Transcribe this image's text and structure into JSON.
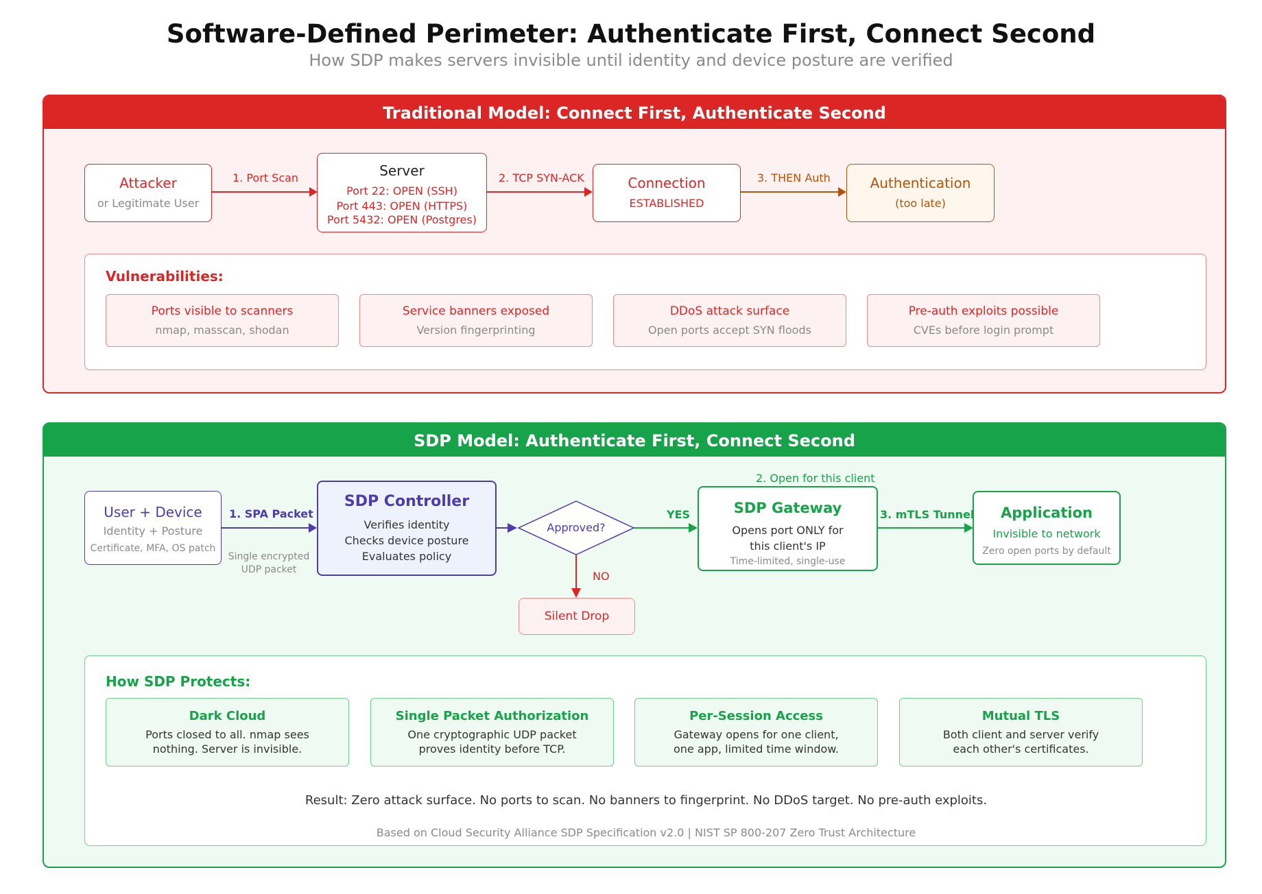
{
  "title": "Software-Defined Perimeter: Authenticate First, Connect Second",
  "subtitle": "How SDP makes servers invisible until identity and device posture are verified",
  "traditional": {
    "header": "Traditional Model: Connect First, Authenticate Second",
    "attacker": {
      "title": "Attacker",
      "sub": "or Legitimate User"
    },
    "edge1": "1. Port Scan",
    "server": {
      "title": "Server",
      "lines": [
        "Port 22: OPEN (SSH)",
        "Port 443: OPEN (HTTPS)",
        "Port 5432: OPEN (Postgres)"
      ]
    },
    "edge2": "2. TCP SYN-ACK",
    "connection": {
      "title": "Connection",
      "sub": "ESTABLISHED"
    },
    "edge3": "3. THEN Auth",
    "authentication": {
      "title": "Authentication",
      "sub": "(too late)"
    },
    "vulnerabilities": {
      "heading": "Vulnerabilities:",
      "items": [
        {
          "title": "Ports visible to scanners",
          "sub": "nmap, masscan, shodan"
        },
        {
          "title": "Service banners exposed",
          "sub": "Version fingerprinting"
        },
        {
          "title": "DDoS attack surface",
          "sub": "Open ports accept SYN floods"
        },
        {
          "title": "Pre-auth exploits possible",
          "sub": "CVEs before login prompt"
        }
      ]
    }
  },
  "sdp": {
    "header": "SDP Model: Authenticate First, Connect Second",
    "user": {
      "title": "User + Device",
      "sub": "Identity + Posture",
      "detail": "Certificate, MFA, OS patch"
    },
    "edge1": "1. SPA Packet",
    "edge1_note": [
      "Single encrypted",
      "UDP packet"
    ],
    "controller": {
      "title": "SDP Controller",
      "lines": [
        "Verifies identity",
        "Checks device posture",
        "Evaluates policy"
      ]
    },
    "decision": "Approved?",
    "yes": "YES",
    "no": "NO",
    "silent_drop": "Silent Drop",
    "edge_open": "2. Open for this client",
    "gateway": {
      "title": "SDP Gateway",
      "lines": [
        "Opens port ONLY for",
        "this client's IP"
      ],
      "detail": "Time-limited, single-use"
    },
    "edge3": "3. mTLS Tunnel",
    "application": {
      "title": "Application",
      "sub": "Invisible to network",
      "detail": "Zero open ports by default"
    },
    "protects": {
      "heading": "How SDP Protects:",
      "items": [
        {
          "title": "Dark Cloud",
          "lines": [
            "Ports closed to all. nmap sees",
            "nothing. Server is invisible."
          ]
        },
        {
          "title": "Single Packet Authorization",
          "lines": [
            "One cryptographic UDP packet",
            "proves identity before TCP."
          ]
        },
        {
          "title": "Per-Session Access",
          "lines": [
            "Gateway opens for one client,",
            "one app, limited time window."
          ]
        },
        {
          "title": "Mutual TLS",
          "lines": [
            "Both client and server verify",
            "each other's certificates."
          ]
        }
      ]
    },
    "result": "Result: Zero attack surface. No ports to scan. No banners to fingerprint. No DDoS target. No pre-auth exploits.",
    "footnote": "Based on Cloud Security Alliance SDP Specification v2.0 | NIST SP 800-207 Zero Trust Architecture"
  },
  "colors": {
    "red": "#dc2626",
    "green": "#16a34a",
    "purple": "#4f3ba9",
    "orange": "#b45309"
  }
}
